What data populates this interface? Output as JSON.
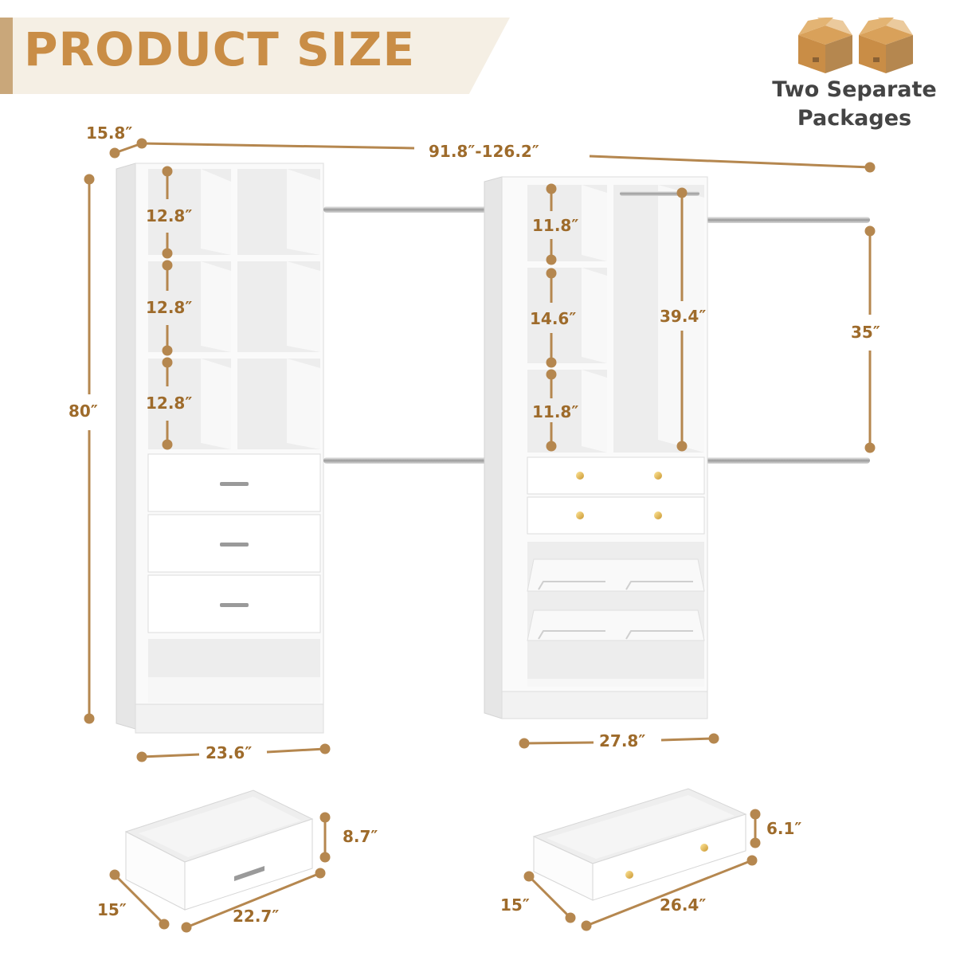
{
  "header": {
    "title": "PRODUCT SIZE"
  },
  "packages": {
    "icon": "boxes-icon",
    "label": "Two Separate\nPackages"
  },
  "colors": {
    "accent": "#b5874f",
    "title": "#c98d46",
    "banner": "#f5efe4",
    "text": "#444444",
    "dimension": "#9e6b2b"
  },
  "dimensions": {
    "depth": "15.8″",
    "total_width": "91.8″-126.2″",
    "height": "80″",
    "left_shelves": [
      "12.8″",
      "12.8″",
      "12.8″"
    ],
    "right_shelves": [
      "11.8″",
      "14.6″",
      "11.8″"
    ],
    "hanging_height": "39.4″",
    "rod_gap": "35″",
    "left_width": "23.6″",
    "right_width": "27.8″"
  },
  "drawers": {
    "left": {
      "height": "8.7″",
      "depth": "15″",
      "width": "22.7″"
    },
    "right": {
      "height": "6.1″",
      "depth": "15″",
      "width": "26.4″"
    }
  }
}
